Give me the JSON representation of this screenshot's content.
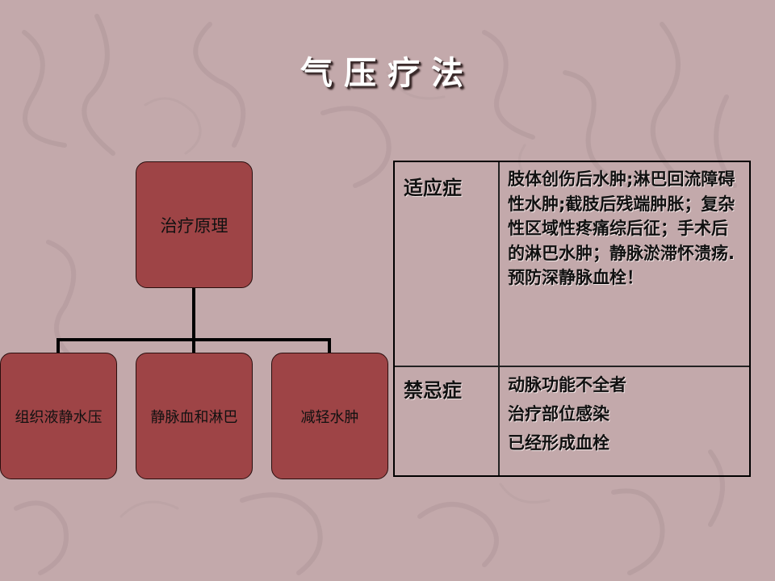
{
  "slide": {
    "title": "气压疗法",
    "colors": {
      "background": "#c3a9ab",
      "box_fill": "#9e4446",
      "title_text": "#ffffff"
    }
  },
  "diagram": {
    "root": "治疗原理",
    "children": [
      "组织液静水压",
      "静脉血和淋巴",
      "减轻水肿"
    ]
  },
  "table": {
    "indications_label": "适应症",
    "indications_text": "肢体创伤后水肿;淋巴回流障碍性水肿;截肢后残端肿胀；复杂性区域性疼痛综后征；手术后的淋巴水肿；静脉淤滞怀溃疡.预防深静脉血栓！",
    "contraindications_label": "禁忌症",
    "contraindications": [
      "动脉功能不全者",
      "治疗部位感染",
      "已经形成血栓"
    ]
  }
}
